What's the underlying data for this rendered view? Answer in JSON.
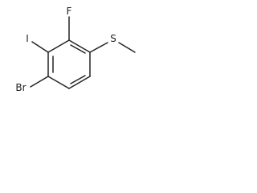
{
  "molecule": {
    "atoms": {
      "fluorine": "F",
      "iodine": "I",
      "sulfur": "S",
      "bromine": "Br"
    },
    "colors": {
      "bond": "#222222",
      "label": "#222222",
      "background": "#ffffff"
    }
  }
}
